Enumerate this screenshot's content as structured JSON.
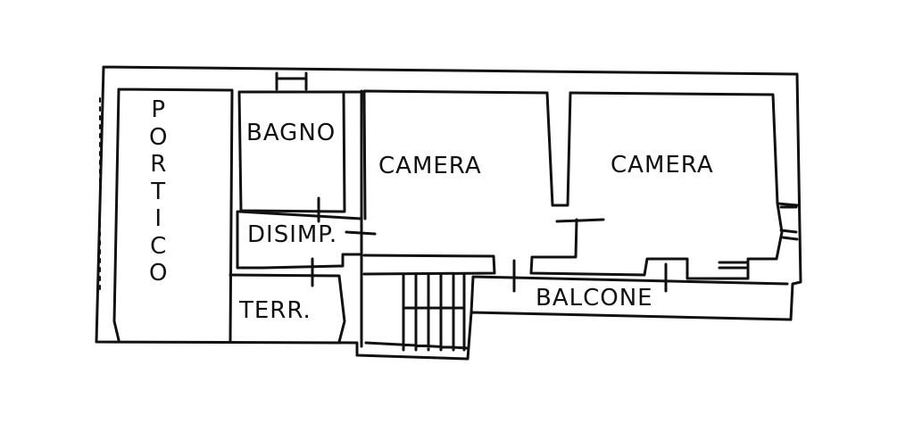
{
  "floor_plan": {
    "rooms": {
      "portico": "PORTICO",
      "bagno": "BAGNO",
      "disimp": "DISIMP.",
      "terr": "TERR.",
      "camera_left": "CAMERA",
      "camera_right": "CAMERA",
      "balcone": "BALCONE"
    },
    "colors": {
      "wall": "#111111",
      "background": "#ffffff"
    }
  }
}
